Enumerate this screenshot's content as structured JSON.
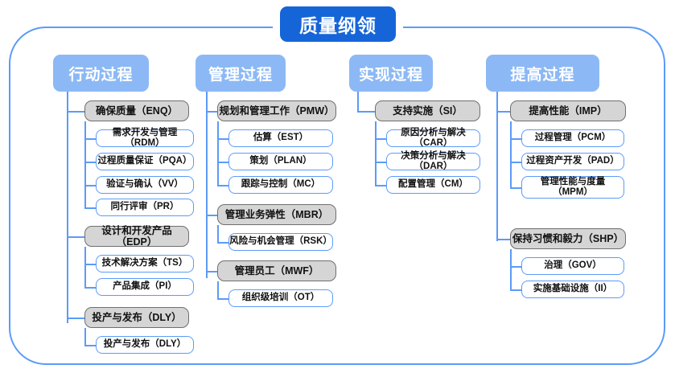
{
  "diagram": {
    "title": "质量纲领",
    "frame_color": "#5b9bf8",
    "title_color": "#1565d8",
    "header_color": "#8cb9f5",
    "group_color": "#d5d5d5",
    "columns": [
      {
        "header": "行动过程",
        "groups": [
          {
            "label": "确保质量（ENQ）",
            "children": [
              "需求开发与管理（RDM）",
              "过程质量保证（PQA）",
              "验证与确认（VV）",
              "同行评审（PR）"
            ]
          },
          {
            "label": "设计和开发产品（EDP）",
            "children": [
              "技术解决方案（TS）",
              "产品集成（PI）"
            ]
          },
          {
            "label": "投产与发布（DLY）",
            "children": [
              "投产与发布（DLY）"
            ]
          }
        ]
      },
      {
        "header": "管理过程",
        "groups": [
          {
            "label": "规划和管理工作（PMW）",
            "children": [
              "估算（EST）",
              "策划（PLAN）",
              "跟踪与控制（MC）"
            ]
          },
          {
            "label": "管理业务弹性（MBR）",
            "children": [
              "风险与机会管理（RSK）"
            ]
          },
          {
            "label": "管理员工（MWF）",
            "children": [
              "组织级培训（OT）"
            ]
          }
        ]
      },
      {
        "header": "实现过程",
        "groups": [
          {
            "label": "支持实施（SI）",
            "children": [
              "原因分析与解决（CAR）",
              "决策分析与解决（DAR）",
              "配置管理（CM）"
            ]
          }
        ]
      },
      {
        "header": "提高过程",
        "groups": [
          {
            "label": "提高性能（IMP）",
            "children": [
              "过程管理（PCM）",
              "过程资产开发（PAD）",
              "管理性能与度量\n（MPM）"
            ]
          },
          {
            "label": "保持习惯和毅力（SHP）",
            "children": [
              "治理（GOV）",
              "实施基础设施（II）"
            ]
          }
        ]
      }
    ]
  }
}
